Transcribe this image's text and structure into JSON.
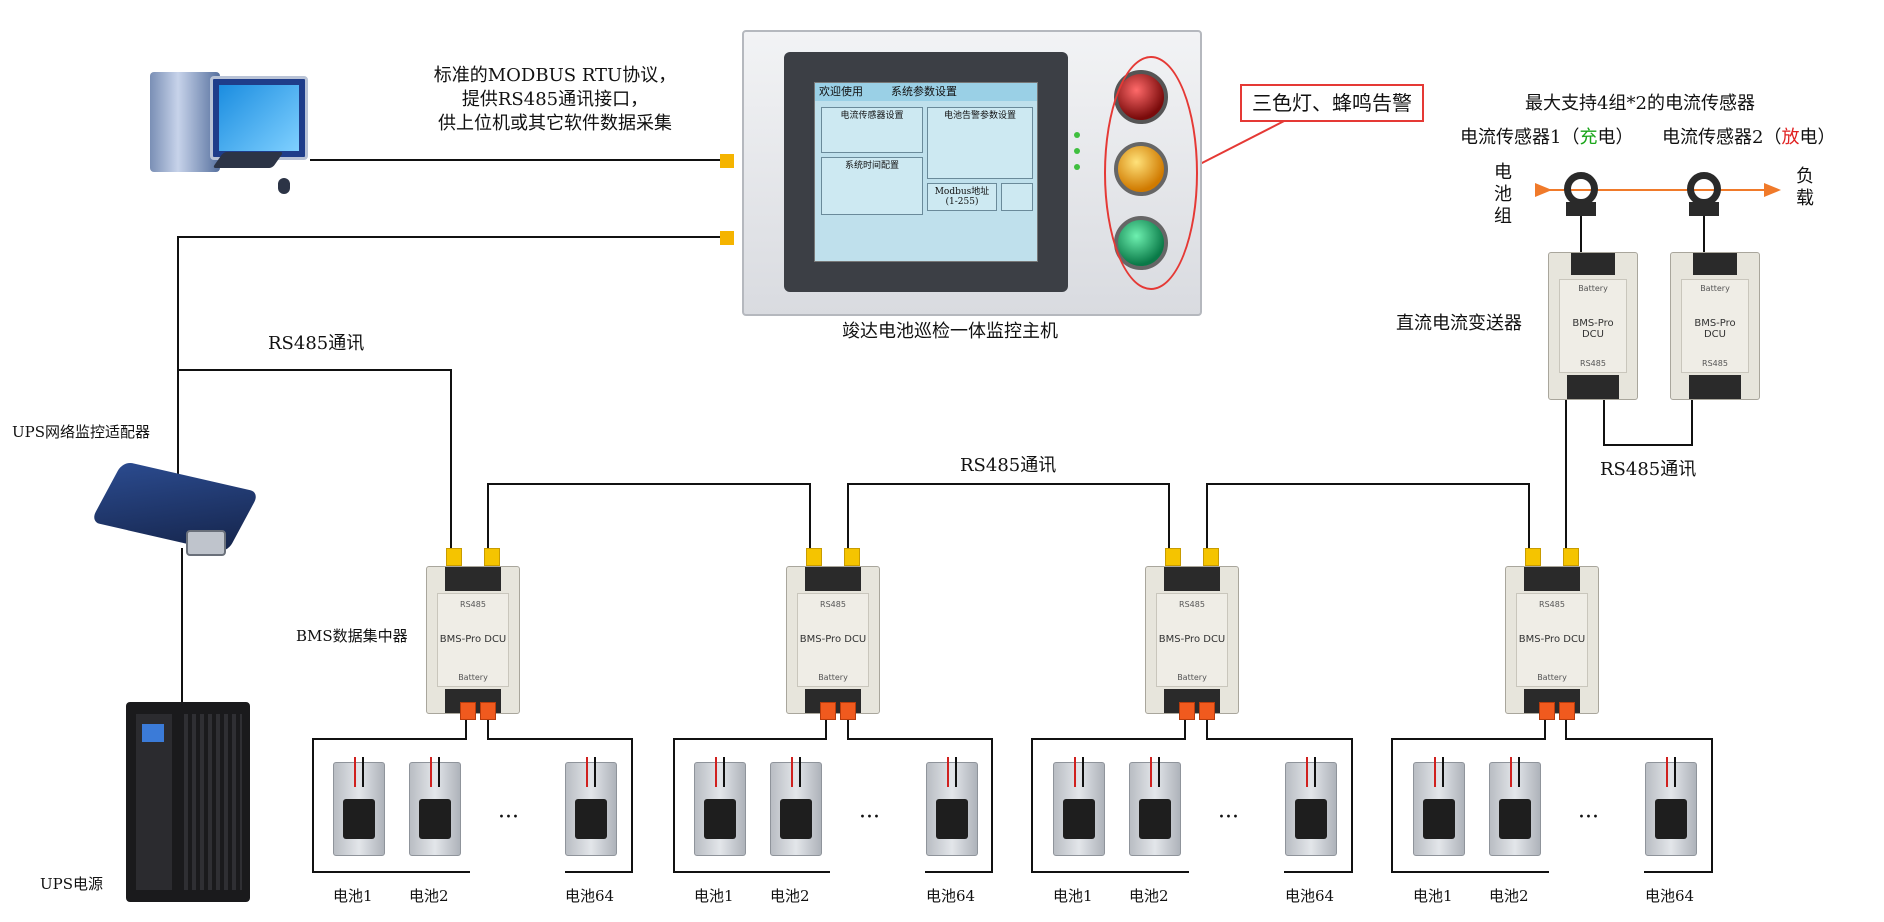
{
  "protocol_note": {
    "line1": "标准的MODBUS  RTU协议，",
    "line2": "提供RS485通讯接口，",
    "line3": "供上位机或其它软件数据采集"
  },
  "host_title": "竣达电池巡检一体监控主机",
  "hmi": {
    "tab_welcome": "欢迎使用",
    "tab_settings": "系统参数设置",
    "panel_current": "电流传感器设置",
    "panel_alarm": "电池告警参数设置",
    "panel_time": "系统时间配置",
    "panel_modbus": "Modbus地址 (1-255)"
  },
  "alarm_callout": "三色灯、蜂鸣告警",
  "sensors": {
    "title": "最大支持4组*2的电流传感器",
    "s1_prefix": "电流传感器1（",
    "s1_mark": "充",
    "s1_suffix": "电）",
    "s2_prefix": "电流传感器2（",
    "s2_mark": "放",
    "s2_suffix": "电）",
    "battery_group": [
      "电",
      "池",
      "组"
    ],
    "load": [
      "负",
      "载"
    ],
    "mark_colors": {
      "charge": "#1aa51a",
      "discharge": "#e02020"
    }
  },
  "transmitter_label": "直流电流变送器",
  "rs485_labels": [
    "RS485通讯",
    "RS485通讯",
    "RS485通讯"
  ],
  "ups_adapter_label": "UPS网络监控适配器",
  "ups_label": "UPS电源",
  "bms_label": "BMS数据集中器",
  "device_text": {
    "model": "BMS-Pro DCU",
    "port": "RS485",
    "tag": "Battery"
  },
  "ellipsis": "···",
  "battery_labels": [
    "电池1",
    "电池2",
    "电池64"
  ],
  "colors": {
    "wire": "#111111",
    "terminal_yellow": "#f5c400",
    "terminal_orange": "#f05a1e",
    "callout": "#e53935",
    "flow_arrow": "#f07a2a"
  }
}
